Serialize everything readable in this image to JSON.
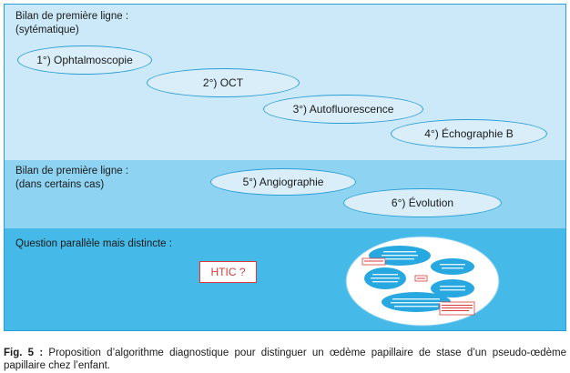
{
  "sections": [
    {
      "label_line1": "Bilan de première ligne :",
      "label_line2": "(sytématique)"
    },
    {
      "label_line1": "Bilan de première ligne :",
      "label_line2": "(dans certains cas)"
    },
    {
      "label_line1": "Question parallèle mais distincte :",
      "label_line2": ""
    }
  ],
  "steps": [
    "1°) Ophtalmoscopie",
    "2°) OCT",
    "3°) Autofluorescence",
    "4°) Échographie B",
    "5°) Angiographie",
    "6°) Évolution"
  ],
  "htic_label": "HTIC ?",
  "caption": {
    "prefix": "Fig. 5 :",
    "text": "Proposition d’algorithme diagnostique pour distinguer un œdème papillaire de stase d’un pseudo-œdème papillaire chez l’enfant."
  },
  "colors": {
    "band1": "#cbe9f8",
    "band2": "#8fd3f2",
    "band3": "#45b9e7",
    "ellipse_fill": "#d9eef9",
    "ellipse_border": "#2a9fd6",
    "htic_border": "#d83a3a"
  }
}
